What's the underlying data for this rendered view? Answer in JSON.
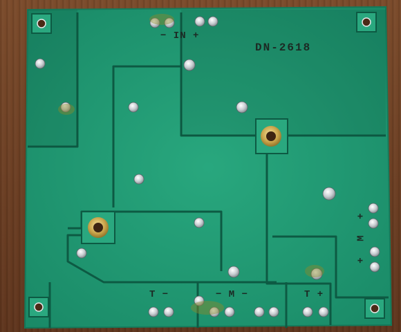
{
  "board": {
    "model_label": "DN-2618",
    "input_label": "− IN +",
    "tweeter_left_label": "T −",
    "midrange_label": "− M −",
    "tweeter_right_label": "T +",
    "side_top_plus": "+",
    "side_m": "M",
    "side_bottom_plus": "+"
  },
  "colors": {
    "pcb_green": "#1f9a73",
    "trace_line": "#0d5a43",
    "wood": "#6b3f24",
    "solder": "#d8dde0",
    "brass": "#c9a44a"
  }
}
